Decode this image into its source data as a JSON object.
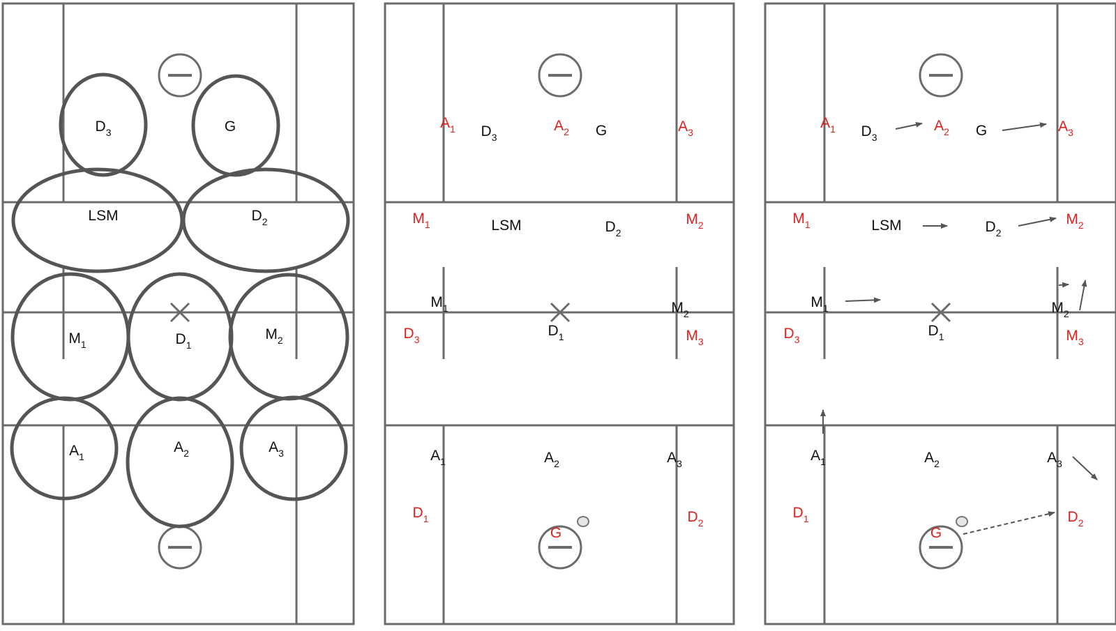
{
  "colors": {
    "line": "#6b6b6b",
    "zone": "#555555",
    "black_player": "#111111",
    "red_player": "#e0201e",
    "arrow": "#555555",
    "ball": "#e6e6e6"
  },
  "icons": {
    "goal_crease": "circle-minus-icon",
    "faceoff_x": "x-mark-icon",
    "ball": "ball-icon",
    "arrow": "arrow-icon"
  },
  "panel1": {
    "zones": [
      {
        "id": "D3",
        "base": "D",
        "sub": "3"
      },
      {
        "id": "G",
        "base": "G",
        "sub": ""
      },
      {
        "id": "LSM",
        "base": "LSM",
        "sub": ""
      },
      {
        "id": "D2",
        "base": "D",
        "sub": "2"
      },
      {
        "id": "M1",
        "base": "M",
        "sub": "1"
      },
      {
        "id": "D1",
        "base": "D",
        "sub": "1"
      },
      {
        "id": "M2",
        "base": "M",
        "sub": "2"
      },
      {
        "id": "A1",
        "base": "A",
        "sub": "1"
      },
      {
        "id": "A2",
        "base": "A",
        "sub": "2"
      },
      {
        "id": "A3",
        "base": "A",
        "sub": "3"
      }
    ]
  },
  "panel2": {
    "players": [
      {
        "base": "A",
        "sub": "1",
        "team": "red"
      },
      {
        "base": "D",
        "sub": "3",
        "team": "black"
      },
      {
        "base": "A",
        "sub": "2",
        "team": "red"
      },
      {
        "base": "G",
        "sub": "",
        "team": "black"
      },
      {
        "base": "A",
        "sub": "3",
        "team": "red"
      },
      {
        "base": "M",
        "sub": "1",
        "team": "red"
      },
      {
        "base": "LSM",
        "sub": "",
        "team": "black"
      },
      {
        "base": "D",
        "sub": "2",
        "team": "black"
      },
      {
        "base": "M",
        "sub": "2",
        "team": "red"
      },
      {
        "base": "M",
        "sub": "1",
        "team": "black"
      },
      {
        "base": "M",
        "sub": "2",
        "team": "black"
      },
      {
        "base": "D",
        "sub": "3",
        "team": "red"
      },
      {
        "base": "D",
        "sub": "1",
        "team": "black"
      },
      {
        "base": "M",
        "sub": "3",
        "team": "red"
      },
      {
        "base": "A",
        "sub": "1",
        "team": "black"
      },
      {
        "base": "A",
        "sub": "2",
        "team": "black"
      },
      {
        "base": "A",
        "sub": "3",
        "team": "black"
      },
      {
        "base": "D",
        "sub": "1",
        "team": "red"
      },
      {
        "base": "D",
        "sub": "2",
        "team": "red"
      },
      {
        "base": "G",
        "sub": "",
        "team": "red"
      }
    ]
  },
  "panel3": {
    "players": [
      {
        "base": "A",
        "sub": "1",
        "team": "red"
      },
      {
        "base": "D",
        "sub": "3",
        "team": "black"
      },
      {
        "base": "A",
        "sub": "2",
        "team": "red"
      },
      {
        "base": "G",
        "sub": "",
        "team": "black"
      },
      {
        "base": "A",
        "sub": "3",
        "team": "red"
      },
      {
        "base": "M",
        "sub": "1",
        "team": "red"
      },
      {
        "base": "LSM",
        "sub": "",
        "team": "black"
      },
      {
        "base": "D",
        "sub": "2",
        "team": "black"
      },
      {
        "base": "M",
        "sub": "2",
        "team": "red"
      },
      {
        "base": "M",
        "sub": "1",
        "team": "black"
      },
      {
        "base": "M",
        "sub": "2",
        "team": "black"
      },
      {
        "base": "D",
        "sub": "3",
        "team": "red"
      },
      {
        "base": "D",
        "sub": "1",
        "team": "black"
      },
      {
        "base": "M",
        "sub": "3",
        "team": "red"
      },
      {
        "base": "A",
        "sub": "1",
        "team": "black"
      },
      {
        "base": "A",
        "sub": "2",
        "team": "black"
      },
      {
        "base": "A",
        "sub": "3",
        "team": "black"
      },
      {
        "base": "D",
        "sub": "1",
        "team": "red"
      },
      {
        "base": "D",
        "sub": "2",
        "team": "red"
      },
      {
        "base": "G",
        "sub": "",
        "team": "red"
      }
    ]
  }
}
